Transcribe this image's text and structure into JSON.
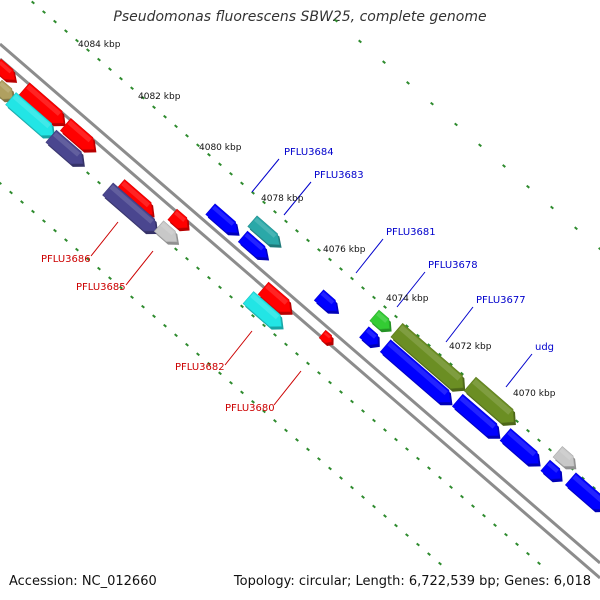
{
  "header": {
    "title": "Pseudomonas fluorescens SBW25, complete genome"
  },
  "footer": {
    "accession": "Accession: NC_012660",
    "summary": "Topology: circular; Length: 6,722,539 bp; Genes: 6,018"
  },
  "colors": {
    "backbone": "#8c8c8c",
    "tick": "#2e8b2e",
    "red": "#ff0000",
    "blue": "#0000ff",
    "cyan": "#22e5e5",
    "teal": "#2aa8a8",
    "navy": "#4a468f",
    "gray": "#c8c8c8",
    "olive": "#6b8e23",
    "green": "#33cc33",
    "khaki": "#b0a060",
    "label_forward": "#0000cc",
    "label_reverse": "#cc0000"
  },
  "scale": {
    "labels": [
      "4084 kbp",
      "4082 kbp",
      "4080 kbp",
      "4078 kbp",
      "4076 kbp",
      "4074 kbp",
      "4072 kbp",
      "4070 kbp"
    ]
  },
  "genes": {
    "forward_labels": [
      "PFLU3684",
      "PFLU3683",
      "PFLU3681",
      "PFLU3678",
      "PFLU3677",
      "udg"
    ],
    "reverse_labels": [
      "PFLU3686",
      "PFLU3685",
      "PFLU3682",
      "PFLU3680"
    ]
  }
}
